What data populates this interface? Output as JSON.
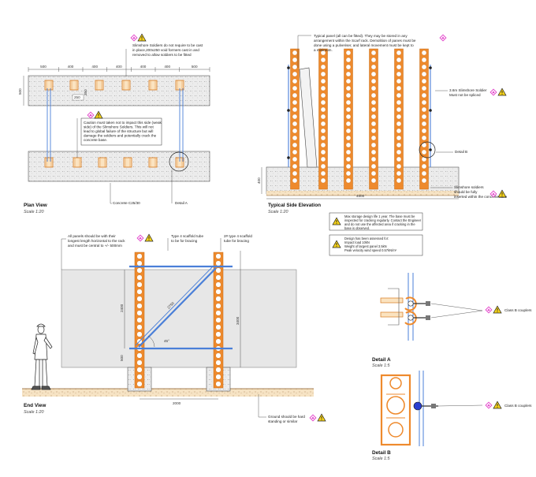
{
  "colors": {
    "orange": "#ee8a2d",
    "blue": "#4a7fd8",
    "concrete": "#ececec",
    "warning_yellow": "#f5d21a",
    "hazard_pink": "#e23fc9"
  },
  "icons": [
    "hazard-diamond-icon",
    "warning-triangle-icon"
  ],
  "plan": {
    "note_soldiers": "Slimshore Soldiers do not require to be cast in place,200x250 void formers cast in and removed to allow soldiers to be fitted",
    "dims_top": [
      "500",
      "400",
      "400",
      "400",
      "400",
      "400",
      "500"
    ],
    "dim_side": "500",
    "dim_centre": "350",
    "dim_small": "250",
    "caution": "Caution must taken not to impact this side (weak side) of the Slimshore Soldiers. This will not lead to global failure of the structure but will damage the soldiers and potentially crack the concrete base.",
    "concrete_label": "Concrete C25/30",
    "detail_a_label": "Detail A",
    "title": "Plan View",
    "scale": "Scale 1:20"
  },
  "side": {
    "typical_panel_note": "Typical panel (all can be fitted). They may be stored in any arrangement within the Scarf rack. Demolition of panes must be done using a pulveriser, and lateral movement must be kept to a minimum.",
    "soldier_note": "3.6m Slimshore Soldier Must not be spliced",
    "detail_b": "Detail B",
    "soldiers_fully_inserted": "Slimshore soldiers should be fully inserted within the concrete base",
    "dim_base_height": "400",
    "dim_base_width": "4500",
    "title": "Typical Side Elevation",
    "scale": "Scale 1:20"
  },
  "notes": {
    "design_life": "Max storage design life 1 year. The base must be inspected for cracking regularly. Contact the Engineer and do not use the affected area if cracking in the base is observed.",
    "design_load": "Design has been assessed for:\nImpact load 10kN\nWeight of largest panel 3.5kN\nPeak velocity wind speed 0.57kN/m²"
  },
  "end": {
    "panels_note": "All panels should be with their longest length horizontal to the rack and must be central to +/- 500mm",
    "type4_note": "Type 4 scaffold tube to be for bracing",
    "type4_note2": "2# type 4 scaffold tube for bracing",
    "dim_diag": "2750",
    "dim_panel_height": "2400",
    "dim_total": "3400",
    "dim_bottom": "500",
    "dim_base": "2000",
    "angle": "45°",
    "ground_note": "Ground should be hard standing or similar",
    "title": "End View",
    "scale": "Scale 1:20"
  },
  "detail_a": {
    "couplers": "Class B couplers",
    "title": "Detail A",
    "scale": "Scale 1:5"
  },
  "detail_b": {
    "couplers": "Class B couplers",
    "title": "Detail B",
    "scale": "Scale 1:5"
  }
}
